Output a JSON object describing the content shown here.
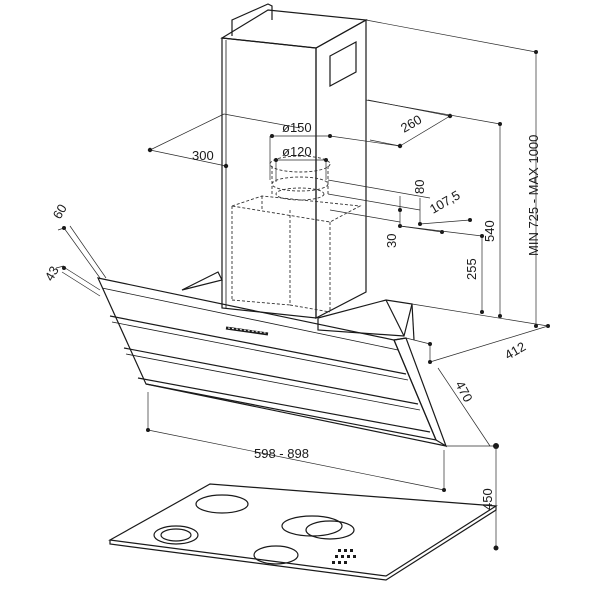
{
  "dimensions": {
    "d300": "300",
    "d150": "ø150",
    "d120": "ø120",
    "d260": "260",
    "d80": "80",
    "d1075": "107,5",
    "d30": "30",
    "d540": "540",
    "d255": "255",
    "dmin": "MIN 725 - MAX 1000",
    "d412": "412",
    "d60": "60",
    "d43": "43",
    "d470": "470",
    "dwidth": "598 - 898",
    "d450": "450"
  }
}
